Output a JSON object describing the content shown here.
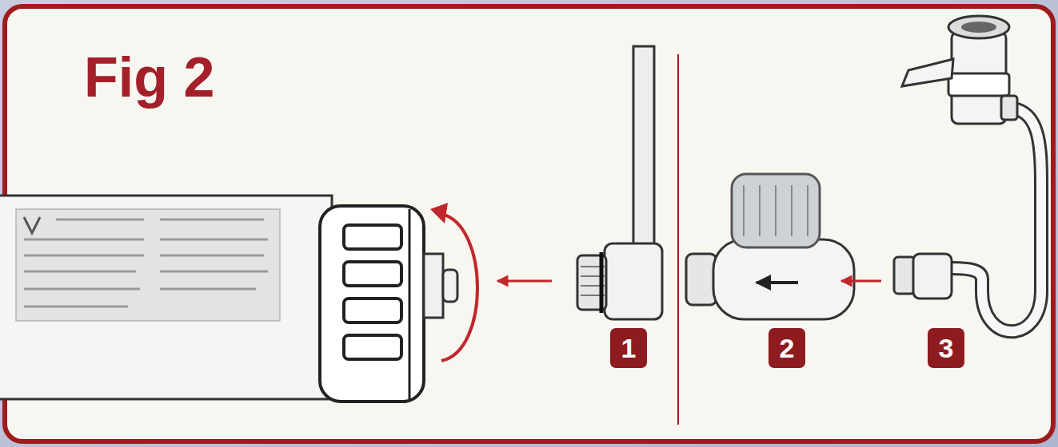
{
  "diagram": {
    "title": "Fig 2",
    "labels": [
      "1",
      "2",
      "3"
    ]
  }
}
